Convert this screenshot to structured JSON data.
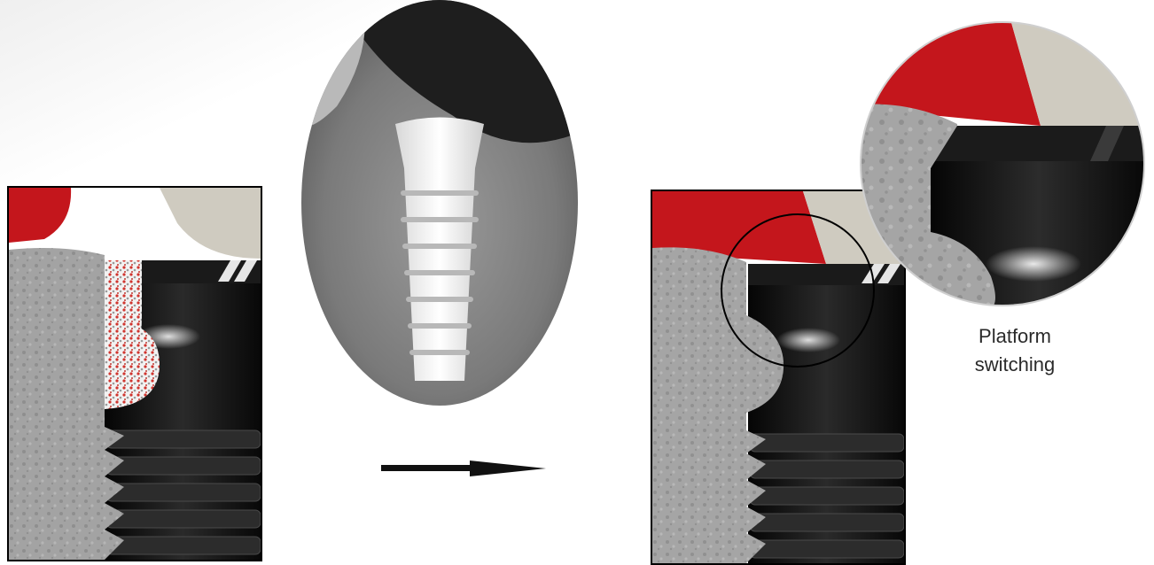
{
  "annotation": {
    "line1": "Platform",
    "line2": "switching"
  },
  "figures": {
    "left_panel": "implant-bone-interface-before",
    "xray": "radiograph-of-implant",
    "right_panel": "implant-bone-interface-after",
    "zoom": "platform-switching-magnified"
  },
  "icons": {
    "arrow": "arrow-right-icon"
  },
  "colors": {
    "gingiva_red": "#c4161c",
    "abutment_gray": "#c9c6bc",
    "bone_gray": "#9c9c9c",
    "implant_black": "#111111",
    "graft_particles": "#d1342e"
  }
}
